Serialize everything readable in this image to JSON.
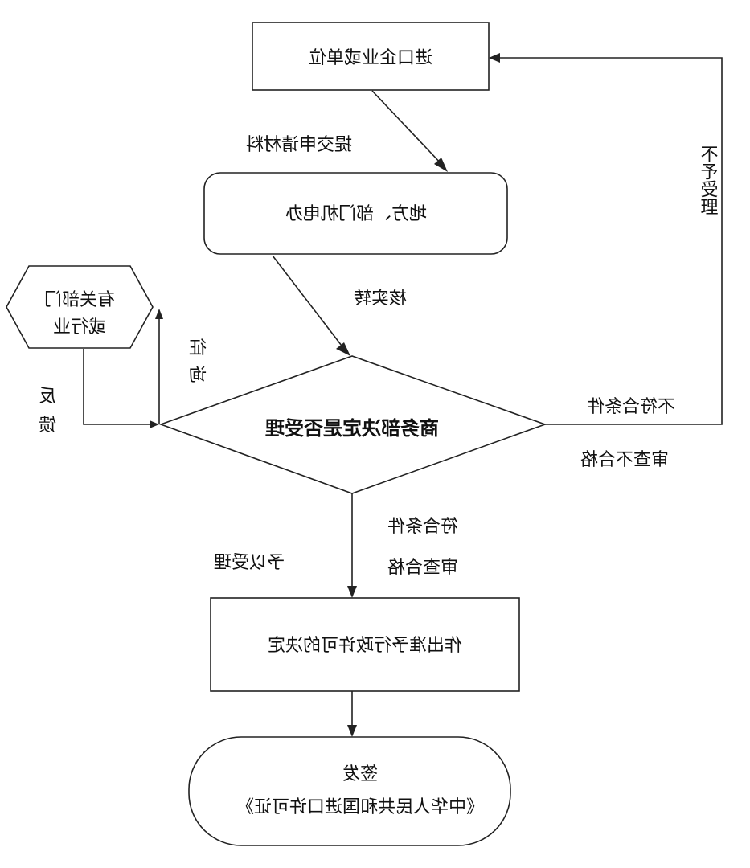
{
  "nodes": {
    "importer": "进口企业或单位",
    "local_office": "地方、部门机电办",
    "decision": "商务部决定是否受理",
    "consult_dept_line1": "有关部门",
    "consult_dept_line2": "或行业",
    "permit_decision": "作出准予行政许可的决定",
    "issue_line1": "签发",
    "issue_line2": "《中华人民共和国进口许可证》"
  },
  "edge_labels": {
    "submit_materials": "提交申请材料",
    "verify_forward": "核实转",
    "consult_line1": "征",
    "consult_line2": "询",
    "feedback_line1": "反",
    "feedback_line2": "馈",
    "reject_condition": "不符合条件",
    "review_failed": "审查不合格",
    "not_accepted": "不予受理",
    "meets_condition": "符合条件",
    "review_passed": "审查合格",
    "accepted": "予以受理"
  },
  "colors": {
    "stroke": "#222222",
    "background": "#ffffff",
    "text": "#111111"
  }
}
